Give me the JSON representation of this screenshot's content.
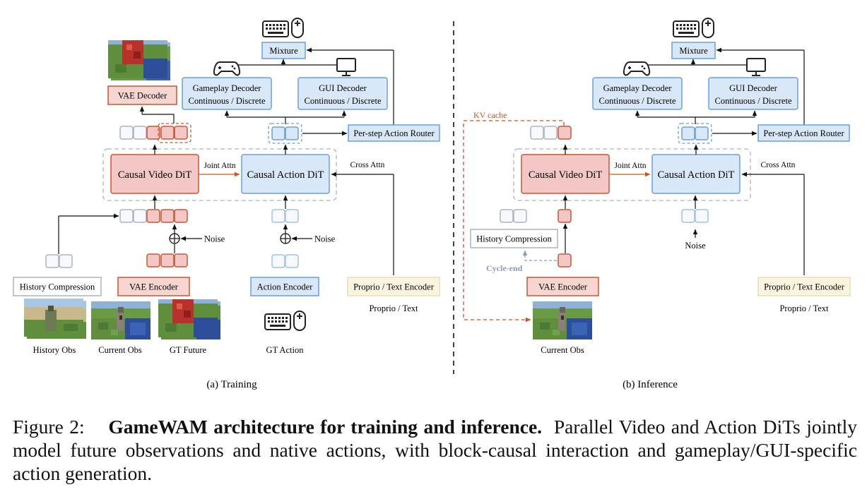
{
  "training": {
    "subtitle": "(a) Training",
    "mixture": "Mixture",
    "gameplay_decoder_line1": "Gameplay Decoder",
    "gameplay_decoder_line2": "Continuous / Discrete",
    "gui_decoder_line1": "GUI Decoder",
    "gui_decoder_line2": "Continuous / Discrete",
    "router": "Per-step Action Router",
    "vae_decoder": "VAE Decoder",
    "video_dit": "Causal Video DiT",
    "action_dit": "Causal  Action DiT",
    "joint_attn": "Joint Attn",
    "cross_attn": "Cross Attn",
    "noise_video": "Noise",
    "noise_action": "Noise",
    "history_compression": "History Compression",
    "vae_encoder": "VAE Encoder",
    "action_encoder": "Action Encoder",
    "proprio_text_encoder": "Proprio / Text Encoder",
    "proprio_text": "Proprio / Text",
    "history_obs": "History Obs",
    "current_obs": "Current Obs",
    "gt_future": "GT Future",
    "gt_action": "GT Action"
  },
  "inference": {
    "subtitle": "(b) Inference",
    "mixture": "Mixture",
    "gameplay_decoder_line1": "Gameplay Decoder",
    "gameplay_decoder_line2": "Continuous / Discrete",
    "gui_decoder_line1": "GUI Decoder",
    "gui_decoder_line2": "Continuous / Discrete",
    "router": "Per-step Action Router",
    "kv_cache": "KV cache",
    "video_dit": "Causal Video DiT",
    "action_dit": "Causal  Action DiT",
    "joint_attn": "Joint Attn",
    "cross_attn": "Cross Attn",
    "noise": "Noise",
    "history_compression": "History Compression",
    "cycle_end": "Cycle-end",
    "vae_encoder": "VAE Encoder",
    "proprio_text_encoder": "Proprio / Text Encoder",
    "proprio_text": "Proprio / Text",
    "current_obs": "Current Obs"
  },
  "caption": {
    "prefix": "Figure 2:",
    "title": "GameWAM architecture for training and inference.",
    "body": "Parallel Video and Action DiTs jointly model future observations and native actions, with block-causal interaction and gameplay/GUI-specific action generation."
  },
  "colors": {
    "video_fill": "#f4c7c7",
    "video_stroke": "#cc5533",
    "action_fill": "#d9e8f8",
    "action_stroke": "#6a9fd6",
    "encoder_fill": "#fbf5e0",
    "grey_stroke": "#aab4c4",
    "kv_orange": "#cc5522",
    "cycle_grey": "#8e9bb5"
  },
  "icons": [
    "keyboard-icon",
    "mouse-icon",
    "gamepad-icon",
    "monitor-icon",
    "plus-circle-icon",
    "minecraft-frame-image"
  ]
}
